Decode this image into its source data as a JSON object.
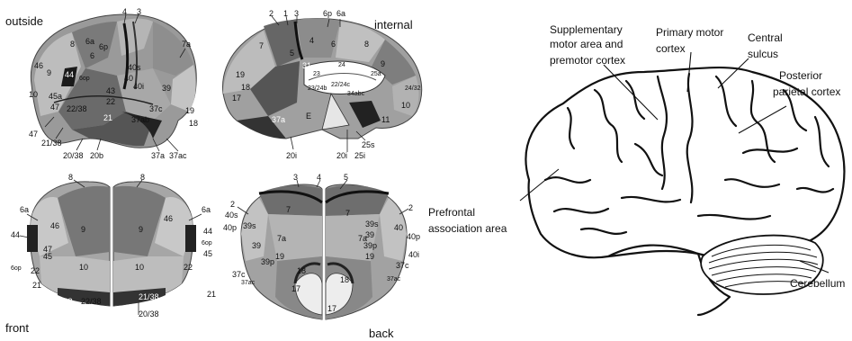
{
  "views": {
    "outside": "outside",
    "internal": "internal",
    "front": "front",
    "back": "back"
  },
  "outside_numbers": {
    "a4": "4",
    "a3": "3",
    "a8": "8",
    "a6a": "6a",
    "a6p": "6p",
    "a46": "46",
    "a44": "44",
    "a6": "6",
    "a6op": "6op",
    "a9": "9",
    "a40s": "40s",
    "a40": "40",
    "a40i": "40i",
    "a39": "39",
    "a7a": "7a",
    "a43": "43",
    "a45a": "45a",
    "a10": "10",
    "a47": "47",
    "a22": "22",
    "a22_38": "22/38",
    "a47b": "47",
    "a21_38": "21/38",
    "a21": "21",
    "a37ab": "37ab",
    "a37c": "37c",
    "a19": "19",
    "a20_38": "20/38",
    "a20b": "20b",
    "a37a": "37a",
    "a37ac": "37ac",
    "a18": "18"
  },
  "internal_numbers": {
    "b2": "2",
    "b1": "1",
    "b3": "3",
    "b6p": "6p",
    "b6a": "6a",
    "b4": "4",
    "b6": "6",
    "b5": "5",
    "b8": "8",
    "b7": "7",
    "b31": "31",
    "b24": "24",
    "b9": "9",
    "b19": "19",
    "b17": "17",
    "b18": "18",
    "b10": "10",
    "b11": "11",
    "b24_32": "24/32",
    "b37a": "37a",
    "b20i": "20i",
    "b25s": "25s",
    "b20i2": "20i",
    "b25i": "25i",
    "bE": "E",
    "b22_24c": "22/24c",
    "b23_24b": "23/24b",
    "b34abc": "34abc",
    "b25a": "25a",
    "b23": "23"
  },
  "front_numbers": {
    "c8L": "8",
    "c8R": "8",
    "c6aL": "6a",
    "c6aR": "6a",
    "c44L": "44",
    "c44R": "44",
    "c46L": "46",
    "c46R": "46",
    "c9L": "9",
    "c9R": "9",
    "c6op": "6op",
    "c6opR": "6op",
    "c45": "45",
    "c10L": "10",
    "c10R": "10",
    "c22L": "22",
    "c22R": "22",
    "c21L": "21",
    "c21R": "21",
    "c21_38L": "21/38",
    "c21_38R": "21/38",
    "c22_38": "22/38",
    "c20_38": "20/38",
    "c47": "47",
    "c45b": "45"
  },
  "back_numbers": {
    "d3": "3",
    "d4": "4",
    "d5": "5",
    "d2L": "2",
    "d2R": "2",
    "d40s": "40s",
    "d40p": "40p",
    "d39s": "39s",
    "d7a": "7a",
    "d7aR": "7a",
    "d7": "7",
    "d7R": "7",
    "d39": "39",
    "d39R": "39",
    "d39p": "39p",
    "d39pR": "39p",
    "d39s2": "39s",
    "d40": "40",
    "d40pR": "40p",
    "d40i": "40i",
    "d19": "19",
    "d19R": "19",
    "d18": "18",
    "d18R": "18",
    "d17": "17",
    "d17R": "17",
    "d37c": "37c",
    "d37ac": "37ac",
    "d37acR": "37ac",
    "d37cR": "37c"
  },
  "callouts": {
    "supp_l1": "Supplementary",
    "supp_l2": "motor area and",
    "supp_l3": "premotor cortex",
    "primary_l1": "Primary motor",
    "primary_l2": "cortex",
    "central_l1": "Central",
    "central_l2": "sulcus",
    "post_l1": "Posterior",
    "post_l2": "parietal cortex",
    "pref_l1": "Prefrontal",
    "pref_l2": "association area",
    "cerebellum": "Cerebellum"
  }
}
